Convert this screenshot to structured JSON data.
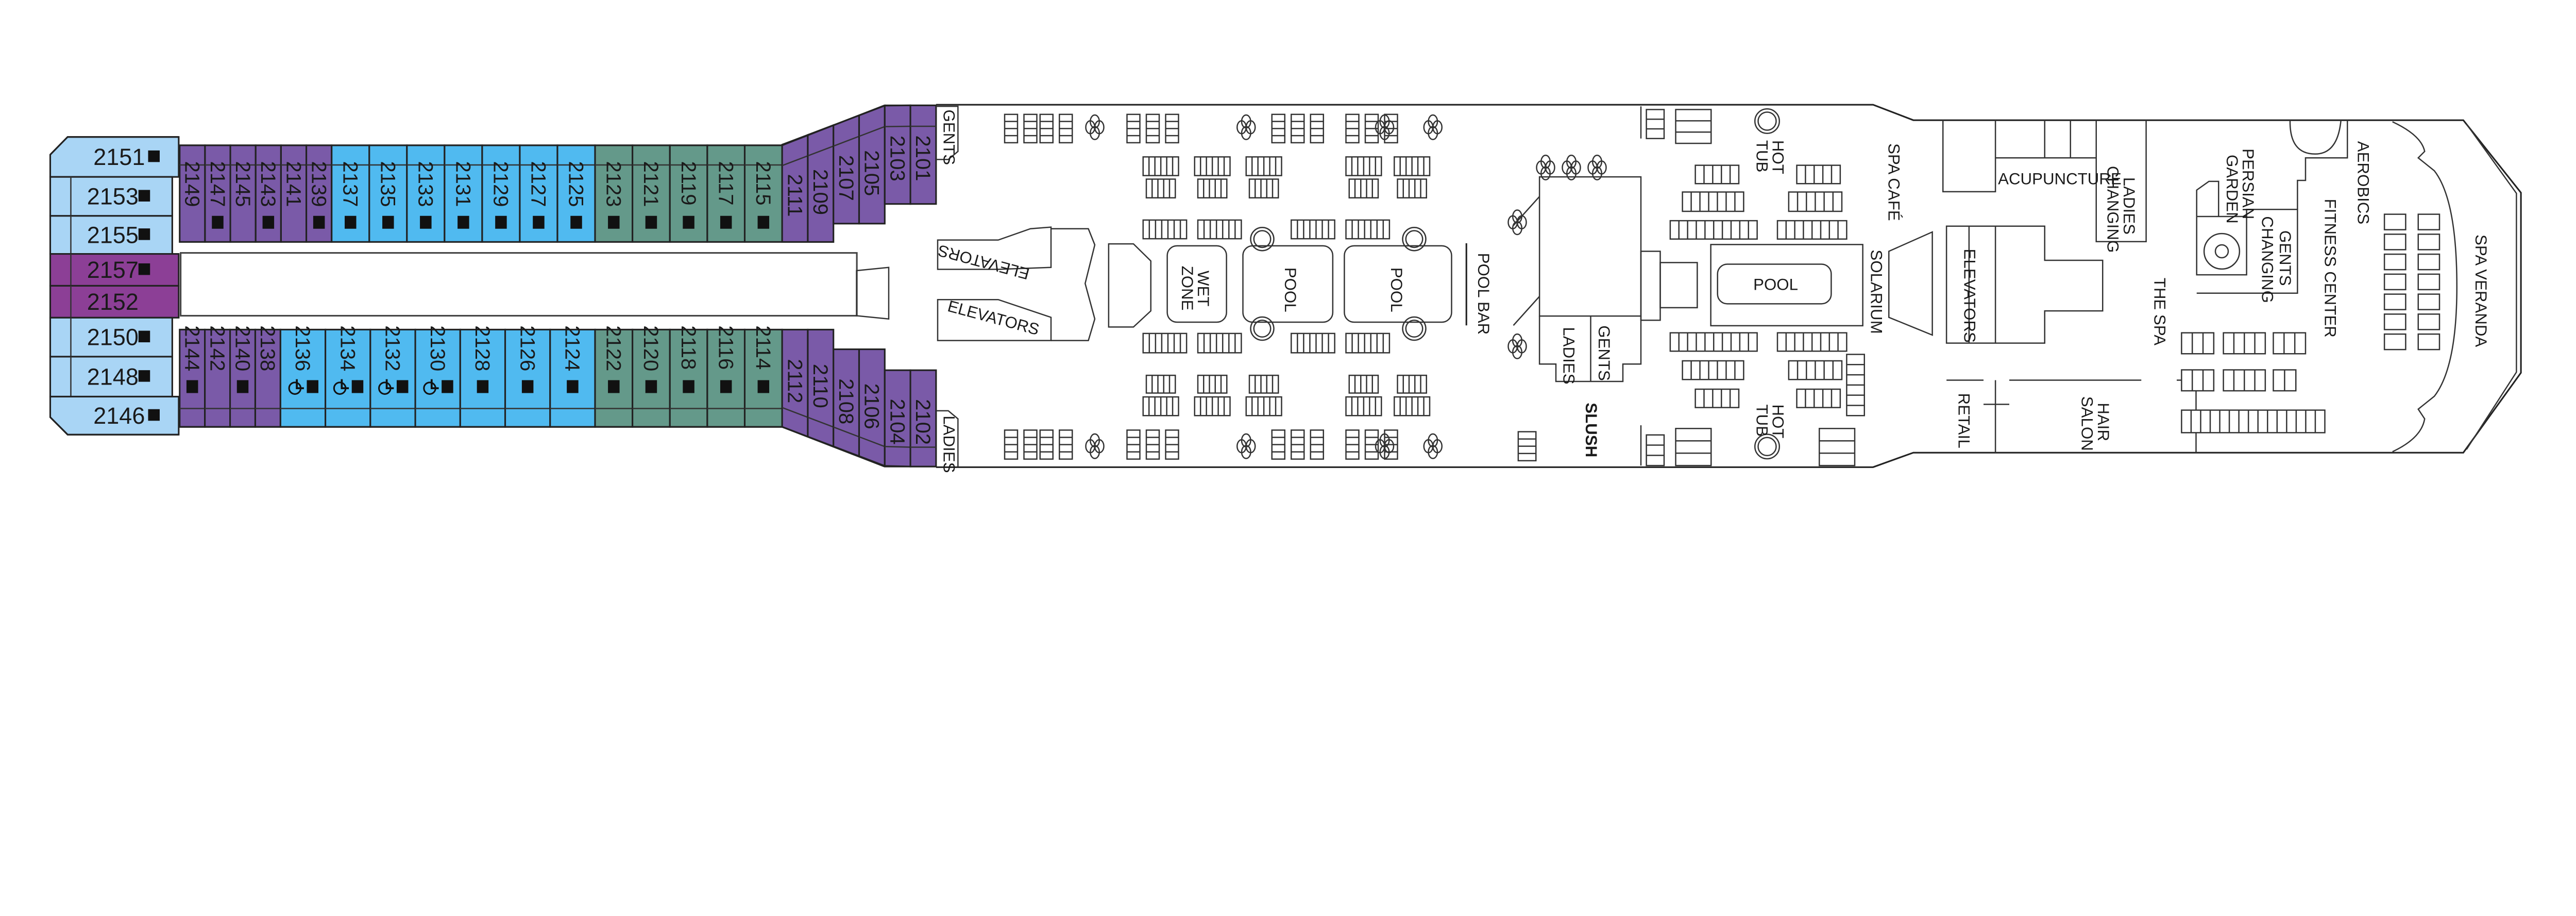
{
  "colors": {
    "light_blue": "#a9d5f5",
    "purple": "#7a5aa8",
    "magenta": "#8c3f96",
    "blue": "#50baf0",
    "green": "#64998a",
    "outline": "#222222"
  },
  "cabins": {
    "aft_block": [
      {
        "number": "2151",
        "category": "light_blue",
        "marker": true
      },
      {
        "number": "2153",
        "category": "light_blue",
        "marker": true
      },
      {
        "number": "2155",
        "category": "light_blue",
        "marker": true
      },
      {
        "number": "2157",
        "category": "magenta",
        "marker": true
      },
      {
        "number": "2152",
        "category": "magenta",
        "marker": false
      },
      {
        "number": "2150",
        "category": "light_blue",
        "marker": true
      },
      {
        "number": "2148",
        "category": "light_blue",
        "marker": true
      },
      {
        "number": "2146",
        "category": "light_blue",
        "marker": true
      }
    ],
    "upper_row": [
      {
        "number": "2149",
        "category": "purple",
        "marker": false
      },
      {
        "number": "2147",
        "category": "purple",
        "marker": true
      },
      {
        "number": "2145",
        "category": "purple",
        "marker": false
      },
      {
        "number": "2143",
        "category": "purple",
        "marker": true
      },
      {
        "number": "2141",
        "category": "purple",
        "marker": false
      },
      {
        "number": "2139",
        "category": "purple",
        "marker": true
      },
      {
        "number": "2137",
        "category": "blue",
        "marker": true
      },
      {
        "number": "2135",
        "category": "blue",
        "marker": true
      },
      {
        "number": "2133",
        "category": "blue",
        "marker": true
      },
      {
        "number": "2131",
        "category": "blue",
        "marker": true
      },
      {
        "number": "2129",
        "category": "blue",
        "marker": true
      },
      {
        "number": "2127",
        "category": "blue",
        "marker": true
      },
      {
        "number": "2125",
        "category": "blue",
        "marker": true
      },
      {
        "number": "2123",
        "category": "green",
        "marker": true
      },
      {
        "number": "2121",
        "category": "green",
        "marker": true
      },
      {
        "number": "2119",
        "category": "green",
        "marker": true
      },
      {
        "number": "2117",
        "category": "green",
        "marker": true
      },
      {
        "number": "2115",
        "category": "green",
        "marker": true
      },
      {
        "number": "2111",
        "category": "purple",
        "marker": false
      },
      {
        "number": "2109",
        "category": "purple",
        "marker": false
      },
      {
        "number": "2107",
        "category": "purple",
        "marker": false
      },
      {
        "number": "2105",
        "category": "purple",
        "marker": false
      },
      {
        "number": "2103",
        "category": "purple",
        "marker": false
      },
      {
        "number": "2101",
        "category": "purple",
        "marker": false
      }
    ],
    "lower_row": [
      {
        "number": "2144",
        "category": "purple",
        "marker": true
      },
      {
        "number": "2142",
        "category": "purple",
        "marker": false
      },
      {
        "number": "2140",
        "category": "purple",
        "marker": true
      },
      {
        "number": "2138",
        "category": "purple",
        "marker": false
      },
      {
        "number": "2136",
        "category": "blue",
        "marker": true,
        "accessible": true
      },
      {
        "number": "2134",
        "category": "blue",
        "marker": true,
        "accessible": true
      },
      {
        "number": "2132",
        "category": "blue",
        "marker": true,
        "accessible": true
      },
      {
        "number": "2130",
        "category": "blue",
        "marker": true,
        "accessible": true
      },
      {
        "number": "2128",
        "category": "blue",
        "marker": true
      },
      {
        "number": "2126",
        "category": "blue",
        "marker": true
      },
      {
        "number": "2124",
        "category": "blue",
        "marker": true
      },
      {
        "number": "2122",
        "category": "green",
        "marker": true
      },
      {
        "number": "2120",
        "category": "green",
        "marker": true
      },
      {
        "number": "2118",
        "category": "green",
        "marker": true
      },
      {
        "number": "2116",
        "category": "green",
        "marker": true
      },
      {
        "number": "2114",
        "category": "green",
        "marker": true
      },
      {
        "number": "2112",
        "category": "purple",
        "marker": false
      },
      {
        "number": "2110",
        "category": "purple",
        "marker": false
      },
      {
        "number": "2108",
        "category": "purple",
        "marker": false
      },
      {
        "number": "2106",
        "category": "purple",
        "marker": false
      },
      {
        "number": "2104",
        "category": "purple",
        "marker": false
      },
      {
        "number": "2102",
        "category": "purple",
        "marker": false
      }
    ]
  },
  "venues": {
    "gents_fwd": "GENTS",
    "ladies_fwd": "LADIES",
    "elevators_1": "ELEVATORS",
    "elevators_2": "ELEVATORS",
    "wet_zone_1": "WET",
    "wet_zone_2": "ZONE",
    "pool_1": "POOL",
    "pool_2": "POOL",
    "pool_bar": "POOL BAR",
    "ladies_mid": "LADIES",
    "gents_mid": "GENTS",
    "slush": "SLUSH",
    "hot_tub_top_1": "HOT",
    "hot_tub_top_2": "TUB",
    "hot_tub_bottom_1": "HOT",
    "hot_tub_bottom_2": "TUB",
    "pool_3": "POOL",
    "spa_cafe": "SPA CAFÉ",
    "solarium": "SOLARIUM",
    "elevators_3": "ELEVATORS",
    "acupuncture": "ACUPUNCTURE",
    "ladies_changing_1": "LADIES",
    "ladies_changing_2": "CHANGING",
    "retail": "RETAIL",
    "hair_salon_1": "HAIR",
    "hair_salon_2": "SALON",
    "the_spa": "THE SPA",
    "persian_garden_1": "PERSIAN",
    "persian_garden_2": "GARDEN",
    "gents_changing_1": "GENTS",
    "gents_changing_2": "CHANGING",
    "fitness_center": "FITNESS CENTER",
    "aerobics": "AEROBICS",
    "spa_veranda": "SPA VERANDA"
  }
}
